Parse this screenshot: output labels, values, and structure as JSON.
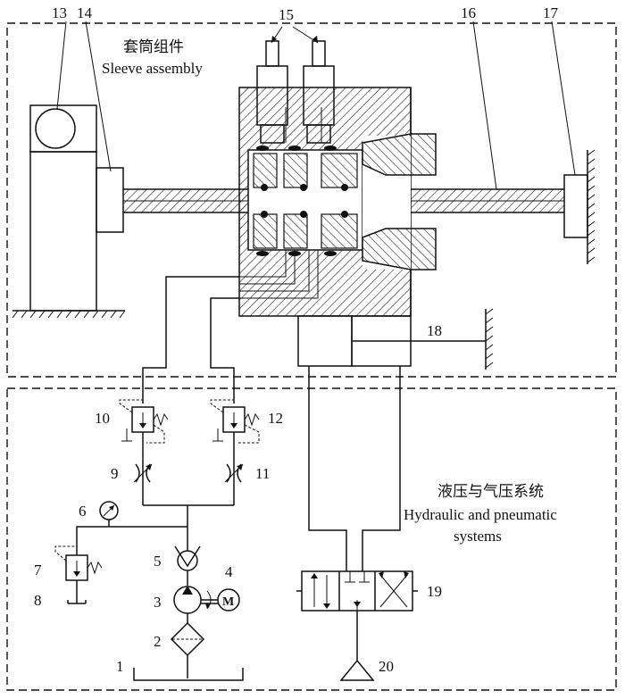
{
  "captions": {
    "sleeve_cn": "套筒组件",
    "sleeve_en": "Sleeve assembly",
    "hyd_cn": "液压与气压系统",
    "hyd_en1": "Hydraulic and pneumatic",
    "hyd_en2": "systems"
  },
  "labels": {
    "n1": "1",
    "n2": "2",
    "n3": "3",
    "n4": "4",
    "n5": "5",
    "n6": "6",
    "n7": "7",
    "n8": "8",
    "n9": "9",
    "n10": "10",
    "n11": "11",
    "n12": "12",
    "n13": "13",
    "n14": "14",
    "n15": "15",
    "n16": "16",
    "n17": "17",
    "n18": "18",
    "n19": "19",
    "n20": "20"
  },
  "symbols": {
    "motor": "M"
  }
}
